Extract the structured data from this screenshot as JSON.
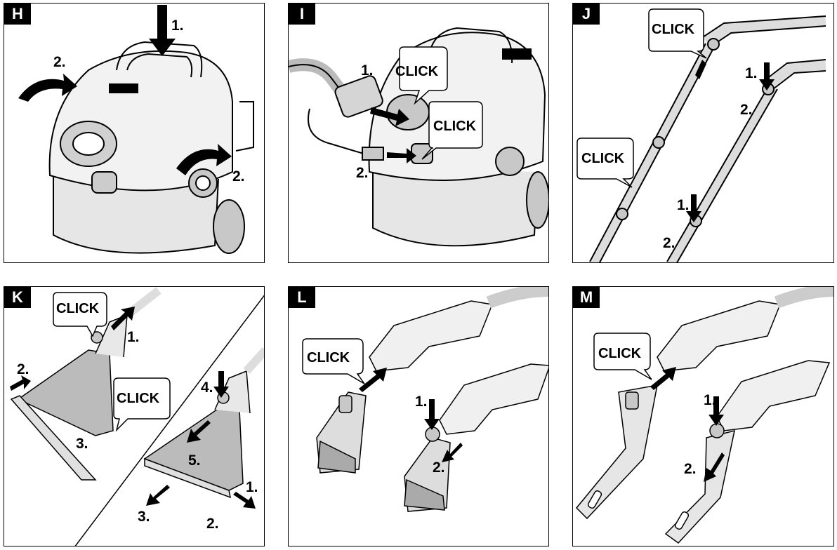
{
  "panels": {
    "H": {
      "tag": "H",
      "steps": [
        "1.",
        "2.",
        "2."
      ]
    },
    "I": {
      "tag": "I",
      "steps": [
        "1.",
        "2."
      ],
      "clicks": [
        "CLICK",
        "CLICK"
      ]
    },
    "J": {
      "tag": "J",
      "steps": [
        "1.",
        "2.",
        "1.",
        "2."
      ],
      "clicks": [
        "CLICK",
        "CLICK"
      ]
    },
    "K": {
      "tag": "K",
      "steps": [
        "1.",
        "2.",
        "3.",
        "4.",
        "5.",
        "1.",
        "2.",
        "3."
      ],
      "clicks": [
        "CLICK",
        "CLICK"
      ]
    },
    "L": {
      "tag": "L",
      "steps": [
        "1.",
        "2."
      ],
      "clicks": [
        "CLICK"
      ]
    },
    "M": {
      "tag": "M",
      "steps": [
        "1.",
        "2."
      ],
      "clicks": [
        "CLICK"
      ]
    }
  },
  "colors": {
    "outline": "#000000",
    "fill_grey": "#c8c8c8",
    "fill_light": "#e6e6e6"
  }
}
